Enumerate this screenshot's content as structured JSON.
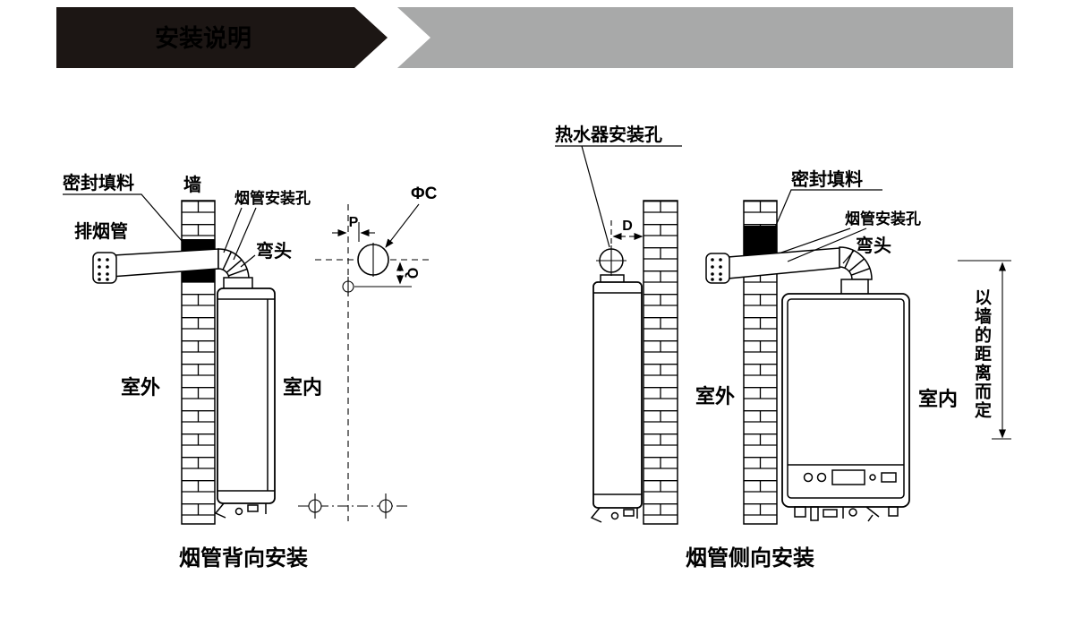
{
  "header": {
    "title": "安装说明"
  },
  "colors": {
    "banner_black": "#1c1614",
    "banner_gray": "#a8a9a9",
    "line": "#000000",
    "background": "#ffffff"
  },
  "diagrams": {
    "left": {
      "caption": "烟管背向安装",
      "labels": {
        "seal": "密封填料",
        "wall": "墙",
        "exhaust_pipe": "排烟管",
        "flue_hole": "烟管安装孔",
        "elbow": "弯头",
        "dim_c": "ΦC",
        "dim_p": "P",
        "dim_q": "Q",
        "outdoor": "室外",
        "indoor": "室内"
      }
    },
    "right": {
      "caption": "烟管侧向安装",
      "labels": {
        "heater_hole": "热水器安装孔",
        "seal": "密封填料",
        "flue_hole": "烟管安装孔",
        "elbow": "弯头",
        "dim_d": "D",
        "outdoor": "室外",
        "indoor": "室内",
        "wall_distance": "以墙的距离而定"
      }
    }
  }
}
